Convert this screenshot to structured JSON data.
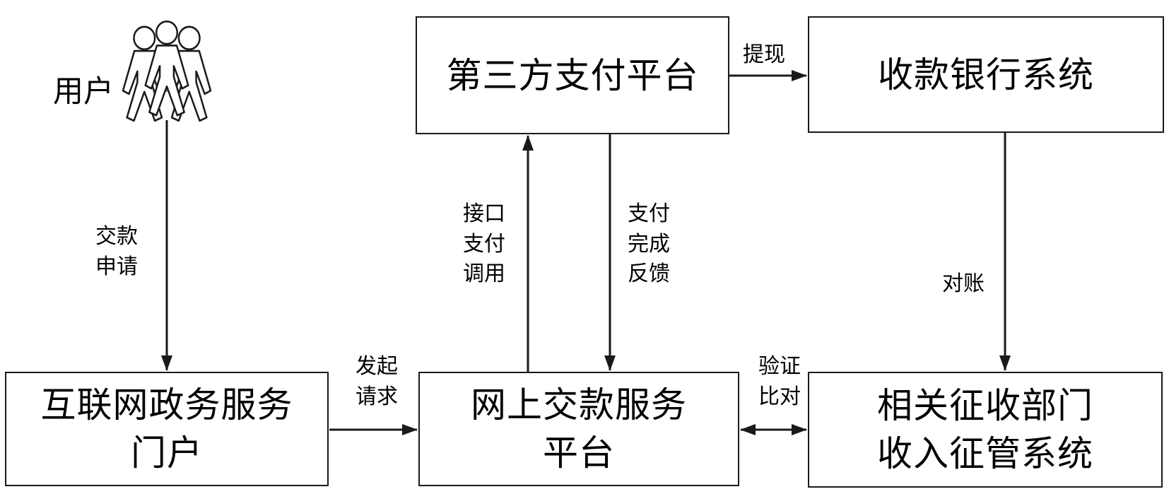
{
  "diagram": {
    "background_color": "#ffffff",
    "line_color": "#1a1a1a",
    "text_color": "#000000",
    "nodes": {
      "user": {
        "label": "用户",
        "type": "actor-icon"
      },
      "third_party": {
        "label": "第三方支付平台"
      },
      "bank": {
        "label": "收款银行系统"
      },
      "portal": {
        "label": "互联网政务服务\n门户"
      },
      "online": {
        "label": "网上交款服务\n平台"
      },
      "collection": {
        "label": "相关征收部门\n收入征管系统"
      }
    },
    "edges": {
      "apply": {
        "label": "交款\n申请",
        "from": "用户",
        "to": "互联网政务服务门户",
        "direction": "down"
      },
      "initiate": {
        "label": "发起\n请求",
        "from": "互联网政务服务门户",
        "to": "网上交款服务平台",
        "direction": "right"
      },
      "interface_call": {
        "label": "接口\n支付\n调用",
        "from": "网上交款服务平台",
        "to": "第三方支付平台",
        "direction": "up"
      },
      "feedback": {
        "label": "支付\n完成\n反馈",
        "from": "第三方支付平台",
        "to": "网上交款服务平台",
        "direction": "down"
      },
      "withdraw": {
        "label": "提现",
        "from": "第三方支付平台",
        "to": "收款银行系统",
        "direction": "right"
      },
      "reconcile": {
        "label": "对账",
        "from": "收款银行系统",
        "to": "相关征收部门收入征管系统",
        "direction": "down"
      },
      "verify": {
        "label": "验证\n比对",
        "from": "网上交款服务平台",
        "to": "相关征收部门收入征管系统",
        "direction": "both"
      }
    }
  }
}
